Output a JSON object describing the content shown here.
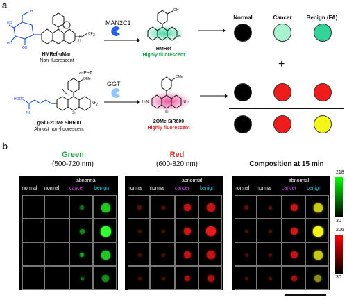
{
  "panel_a": {
    "letter": "a",
    "top": {
      "substrate_name": "HMRef-αMan",
      "substrate_sub": "Non-fluorescent",
      "enzyme": "MAN2C1",
      "product_name": "HMRef",
      "product_sub": "Highly fluorescent",
      "product_color": "#16a34a",
      "chem_oh": "OH",
      "chem_cf3": "CF",
      "chem_cf3_sub": "3",
      "chem_nh": "N",
      "chem_h": "H"
    },
    "bottom": {
      "substrate_name": "gGlu-2OMe SiR600",
      "substrate_sub": "Almost non-fluorescent",
      "enzyme": "GGT",
      "product_name": "2OMe SiR600",
      "product_sub": "Highly fluorescent",
      "product_color": "#dc2626",
      "apet": "a-PeT",
      "chem_ome": "OMe",
      "chem_nh2": "NH",
      "chem_nh2_sub": "2",
      "chem_h2n": "H",
      "chem_h2n_sub": "2",
      "chem_h2n_n": "N",
      "chem_si": "Si",
      "chem_hooc": "HOOC",
      "chem_plus": "⊕"
    },
    "columns": [
      "Normal",
      "Cancer",
      "Benign (FA)"
    ],
    "plus": "+",
    "rows": [
      {
        "colors": [
          "#000000",
          "#a7f3d0",
          "#34d399"
        ]
      },
      {
        "colors": [
          "#000000",
          "#ef1c1c",
          "#ef1c1c"
        ]
      },
      {
        "colors": [
          "#000000",
          "#ef1c1c",
          "#f5f51a"
        ]
      }
    ]
  },
  "panel_b": {
    "letter": "b",
    "green": {
      "title": "Green",
      "range": "(500-720 nm)"
    },
    "red": {
      "title": "Red",
      "range": "(600-820 nm)"
    },
    "composition": {
      "title": "Composition at 15 min"
    },
    "labels": {
      "normal": "normal",
      "abnormal": "abnormal",
      "cancer": "cancer",
      "benign": "benign",
      "cancer_color": "#d946ef",
      "benign_color": "#22d3ee"
    },
    "colorbar_green": {
      "max": "218",
      "min": "30"
    },
    "colorbar_red": {
      "max": "206",
      "min": "30"
    }
  }
}
